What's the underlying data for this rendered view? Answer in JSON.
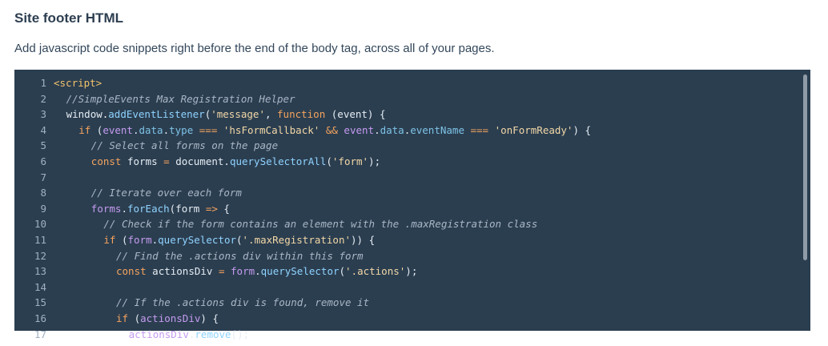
{
  "section": {
    "title": "Site footer HTML",
    "description": "Add javascript code snippets right before the end of the body tag, across all of your pages."
  },
  "editor": {
    "lines": [
      {
        "n": "1",
        "indent": 0,
        "tokens": [
          {
            "t": "tag",
            "v": "<script>"
          }
        ]
      },
      {
        "n": "2",
        "indent": 2,
        "tokens": [
          {
            "t": "com",
            "v": "//SimpleEvents Max Registration Helper"
          }
        ]
      },
      {
        "n": "3",
        "indent": 2,
        "tokens": [
          {
            "t": "txt",
            "v": "window"
          },
          {
            "t": "op",
            "v": "."
          },
          {
            "t": "fn",
            "v": "addEventListener"
          },
          {
            "t": "txt",
            "v": "("
          },
          {
            "t": "str",
            "v": "'message'"
          },
          {
            "t": "txt",
            "v": ", "
          },
          {
            "t": "kw",
            "v": "function"
          },
          {
            "t": "txt",
            "v": " (event) {"
          }
        ]
      },
      {
        "n": "4",
        "indent": 4,
        "tokens": [
          {
            "t": "kw",
            "v": "if"
          },
          {
            "t": "txt",
            "v": " ("
          },
          {
            "t": "var",
            "v": "event"
          },
          {
            "t": "txt",
            "v": "."
          },
          {
            "t": "prop",
            "v": "data"
          },
          {
            "t": "txt",
            "v": "."
          },
          {
            "t": "prop",
            "v": "type"
          },
          {
            "t": "txt",
            "v": " "
          },
          {
            "t": "kw",
            "v": "==="
          },
          {
            "t": "txt",
            "v": " "
          },
          {
            "t": "str",
            "v": "'hsFormCallback'"
          },
          {
            "t": "txt",
            "v": " "
          },
          {
            "t": "kw",
            "v": "&&"
          },
          {
            "t": "txt",
            "v": " "
          },
          {
            "t": "var",
            "v": "event"
          },
          {
            "t": "txt",
            "v": "."
          },
          {
            "t": "prop",
            "v": "data"
          },
          {
            "t": "txt",
            "v": "."
          },
          {
            "t": "prop",
            "v": "eventName"
          },
          {
            "t": "txt",
            "v": " "
          },
          {
            "t": "kw",
            "v": "==="
          },
          {
            "t": "txt",
            "v": " "
          },
          {
            "t": "str",
            "v": "'onFormReady'"
          },
          {
            "t": "txt",
            "v": ") {"
          }
        ]
      },
      {
        "n": "5",
        "indent": 6,
        "tokens": [
          {
            "t": "com",
            "v": "// Select all forms on the page"
          }
        ]
      },
      {
        "n": "6",
        "indent": 6,
        "tokens": [
          {
            "t": "kw",
            "v": "const"
          },
          {
            "t": "txt",
            "v": " forms "
          },
          {
            "t": "kw",
            "v": "="
          },
          {
            "t": "txt",
            "v": " "
          },
          {
            "t": "txt",
            "v": "document"
          },
          {
            "t": "txt",
            "v": "."
          },
          {
            "t": "fn",
            "v": "querySelectorAll"
          },
          {
            "t": "txt",
            "v": "("
          },
          {
            "t": "str",
            "v": "'form'"
          },
          {
            "t": "txt",
            "v": ");"
          }
        ]
      },
      {
        "n": "7",
        "indent": 0,
        "tokens": []
      },
      {
        "n": "8",
        "indent": 6,
        "tokens": [
          {
            "t": "com",
            "v": "// Iterate over each form"
          }
        ]
      },
      {
        "n": "9",
        "indent": 6,
        "tokens": [
          {
            "t": "var",
            "v": "forms"
          },
          {
            "t": "txt",
            "v": "."
          },
          {
            "t": "fn",
            "v": "forEach"
          },
          {
            "t": "txt",
            "v": "(form "
          },
          {
            "t": "kw",
            "v": "=>"
          },
          {
            "t": "txt",
            "v": " {"
          }
        ]
      },
      {
        "n": "10",
        "indent": 8,
        "tokens": [
          {
            "t": "com",
            "v": "// Check if the form contains an element with the .maxRegistration class"
          }
        ]
      },
      {
        "n": "11",
        "indent": 8,
        "tokens": [
          {
            "t": "kw",
            "v": "if"
          },
          {
            "t": "txt",
            "v": " ("
          },
          {
            "t": "var",
            "v": "form"
          },
          {
            "t": "txt",
            "v": "."
          },
          {
            "t": "fn",
            "v": "querySelector"
          },
          {
            "t": "txt",
            "v": "("
          },
          {
            "t": "str",
            "v": "'.maxRegistration'"
          },
          {
            "t": "txt",
            "v": ")) {"
          }
        ]
      },
      {
        "n": "12",
        "indent": 10,
        "tokens": [
          {
            "t": "com",
            "v": "// Find the .actions div within this form"
          }
        ]
      },
      {
        "n": "13",
        "indent": 10,
        "tokens": [
          {
            "t": "kw",
            "v": "const"
          },
          {
            "t": "txt",
            "v": " actionsDiv "
          },
          {
            "t": "kw",
            "v": "="
          },
          {
            "t": "txt",
            "v": " "
          },
          {
            "t": "var",
            "v": "form"
          },
          {
            "t": "txt",
            "v": "."
          },
          {
            "t": "fn",
            "v": "querySelector"
          },
          {
            "t": "txt",
            "v": "("
          },
          {
            "t": "str",
            "v": "'.actions'"
          },
          {
            "t": "txt",
            "v": ");"
          }
        ]
      },
      {
        "n": "14",
        "indent": 0,
        "tokens": []
      },
      {
        "n": "15",
        "indent": 10,
        "tokens": [
          {
            "t": "com",
            "v": "// If the .actions div is found, remove it"
          }
        ]
      },
      {
        "n": "16",
        "indent": 10,
        "tokens": [
          {
            "t": "kw",
            "v": "if"
          },
          {
            "t": "txt",
            "v": " ("
          },
          {
            "t": "var",
            "v": "actionsDiv"
          },
          {
            "t": "txt",
            "v": ") {"
          }
        ]
      },
      {
        "n": "17",
        "indent": 12,
        "tokens": [
          {
            "t": "var",
            "v": "actionsDiv"
          },
          {
            "t": "txt",
            "v": "."
          },
          {
            "t": "fn",
            "v": "remove"
          },
          {
            "t": "txt",
            "v": "();"
          }
        ]
      }
    ]
  },
  "colors": {
    "editor_bg": "#2b3e50",
    "title": "#2d3e50",
    "text": "#33475b"
  }
}
